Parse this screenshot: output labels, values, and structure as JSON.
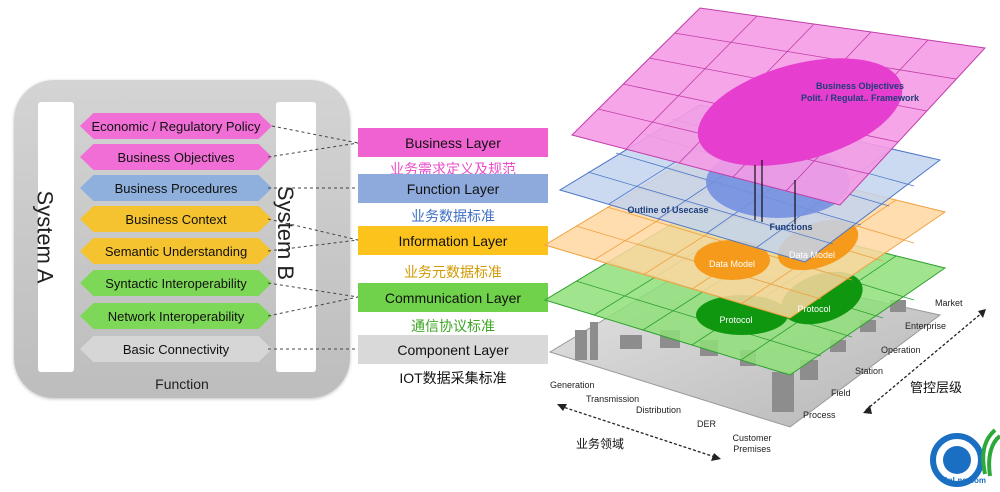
{
  "left_panel": {
    "system_a": "System A",
    "system_b": "System B",
    "function_label": "Function",
    "items": [
      {
        "label": "Economic / Regulatory Policy",
        "color": "#f06ed6"
      },
      {
        "label": "Business Objectives",
        "color": "#f06ed6"
      },
      {
        "label": "Business Procedures",
        "color": "#8fb0dc"
      },
      {
        "label": "Business Context",
        "color": "#f5c330"
      },
      {
        "label": "Semantic Understanding",
        "color": "#f5c330"
      },
      {
        "label": "Syntactic Interoperability",
        "color": "#7ed858"
      },
      {
        "label": "Network Interoperability",
        "color": "#7ed858"
      },
      {
        "label": "Basic Connectivity",
        "color": "#d6d6d6"
      }
    ]
  },
  "layers": [
    {
      "label": "Business Layer",
      "color": "#f061d1",
      "cn": "业务需求定义及规范",
      "cn_color": "#e84cc8"
    },
    {
      "label": "Function Layer",
      "color": "#8eaadc",
      "cn": "业务数据标准",
      "cn_color": "#3e6fc7"
    },
    {
      "label": "Information Layer",
      "color": "#fbc31c",
      "cn": "业务元数据标准",
      "cn_color": "#d09a00"
    },
    {
      "label": "Communication Layer",
      "color": "#6fd24a",
      "cn": "通信协议标准",
      "cn_color": "#3ca623"
    },
    {
      "label": "Component Layer",
      "color": "#d9d9d9",
      "cn": "IOT数据采集标准",
      "cn_color": "#111111"
    }
  ],
  "diagram": {
    "business_objectives": "Business Objectives",
    "polit_framework": "Polit. / Regulat.. Framework",
    "outline_of_usecase": "Outline of Usecase",
    "functions": "Functions",
    "data_model_1": "Data Model",
    "data_model_2": "Data Model",
    "protocol_1": "Protocol",
    "protocol_2": "Protocol",
    "zones": [
      "Market",
      "Enterprise",
      "Operation",
      "Station",
      "Field",
      "Process"
    ],
    "domains": [
      "Generation",
      "Transmission",
      "Distribution",
      "DER",
      "Customer\nPremises"
    ],
    "domains_cn": "业务领域",
    "zones_cn": "管控层级"
  },
  "logo": {
    "text": "CnLng.com",
    "color": "#1a6fc2"
  }
}
